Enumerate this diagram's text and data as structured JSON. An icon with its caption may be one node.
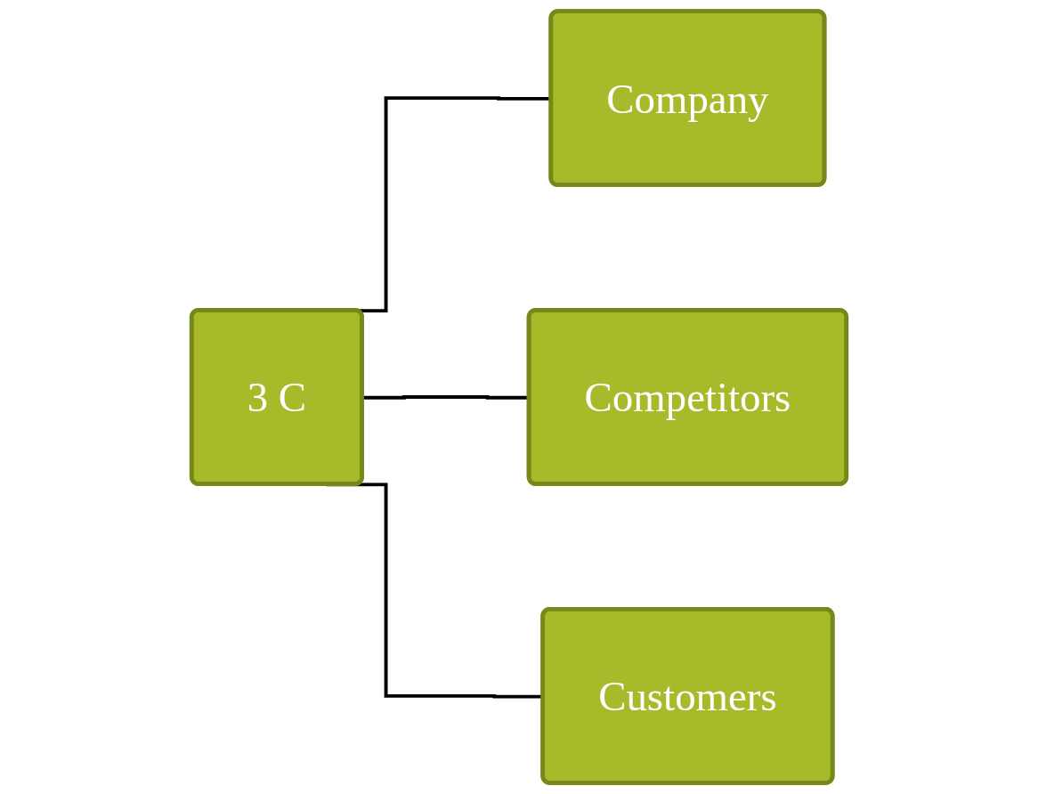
{
  "diagram": {
    "nodes": [
      {
        "text": [
          "3 C"
        ]
      },
      {
        "text": [
          "Company"
        ]
      },
      {
        "text": [
          "Competitors"
        ]
      },
      {
        "text": [
          "Customers"
        ]
      }
    ],
    "edges": [
      {
        "from": 0,
        "to": 1,
        "arrow": "none"
      },
      {
        "from": 0,
        "to": 2,
        "arrow": "none"
      },
      {
        "from": 0,
        "to": 3,
        "arrow": "none"
      }
    ]
  }
}
